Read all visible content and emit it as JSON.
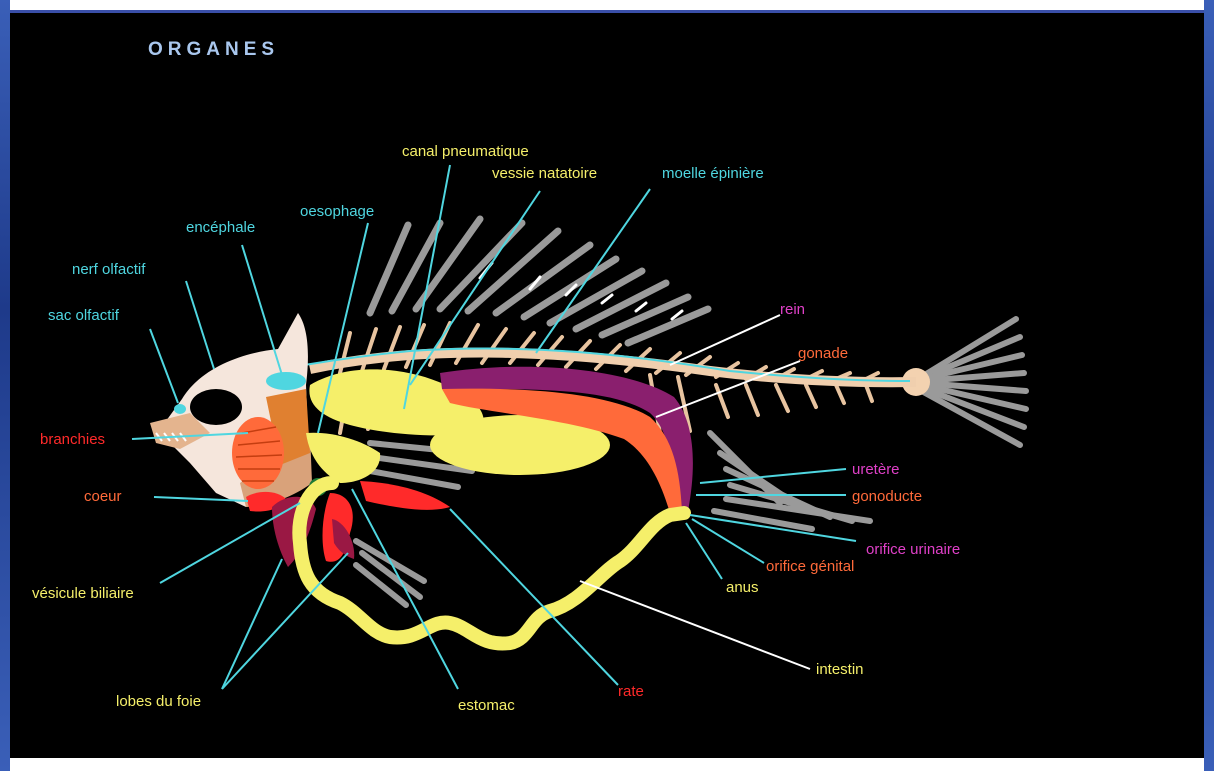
{
  "title": "ORGANES",
  "colors": {
    "background": "#000000",
    "cyan": "#4fd6e0",
    "yellow": "#f5ef6a",
    "red": "#ff2a2a",
    "orange": "#ff6a3a",
    "magenta": "#e040c8"
  },
  "labels": {
    "canal_pneumatique": "canal pneumatique",
    "vessie_natatoire": "vessie natatoire",
    "moelle_epiniere": "moelle épinière",
    "oesophage": "oesophage",
    "encephale": "encéphale",
    "nerf_olfactif": "nerf olfactif",
    "sac_olfactif": "sac olfactif",
    "rein": "rein",
    "gonade": "gonade",
    "branchies": "branchies",
    "coeur": "coeur",
    "uretere": "uretère",
    "gonoducte": "gonoducte",
    "orifice_urinaire": "orifice urinaire",
    "orifice_genital": "orifice génital",
    "anus": "anus",
    "vesicule_biliaire": "vésicule biliaire",
    "intestin": "intestin",
    "lobes_du_foie": "lobes du foie",
    "estomac": "estomac",
    "rate": "rate"
  }
}
